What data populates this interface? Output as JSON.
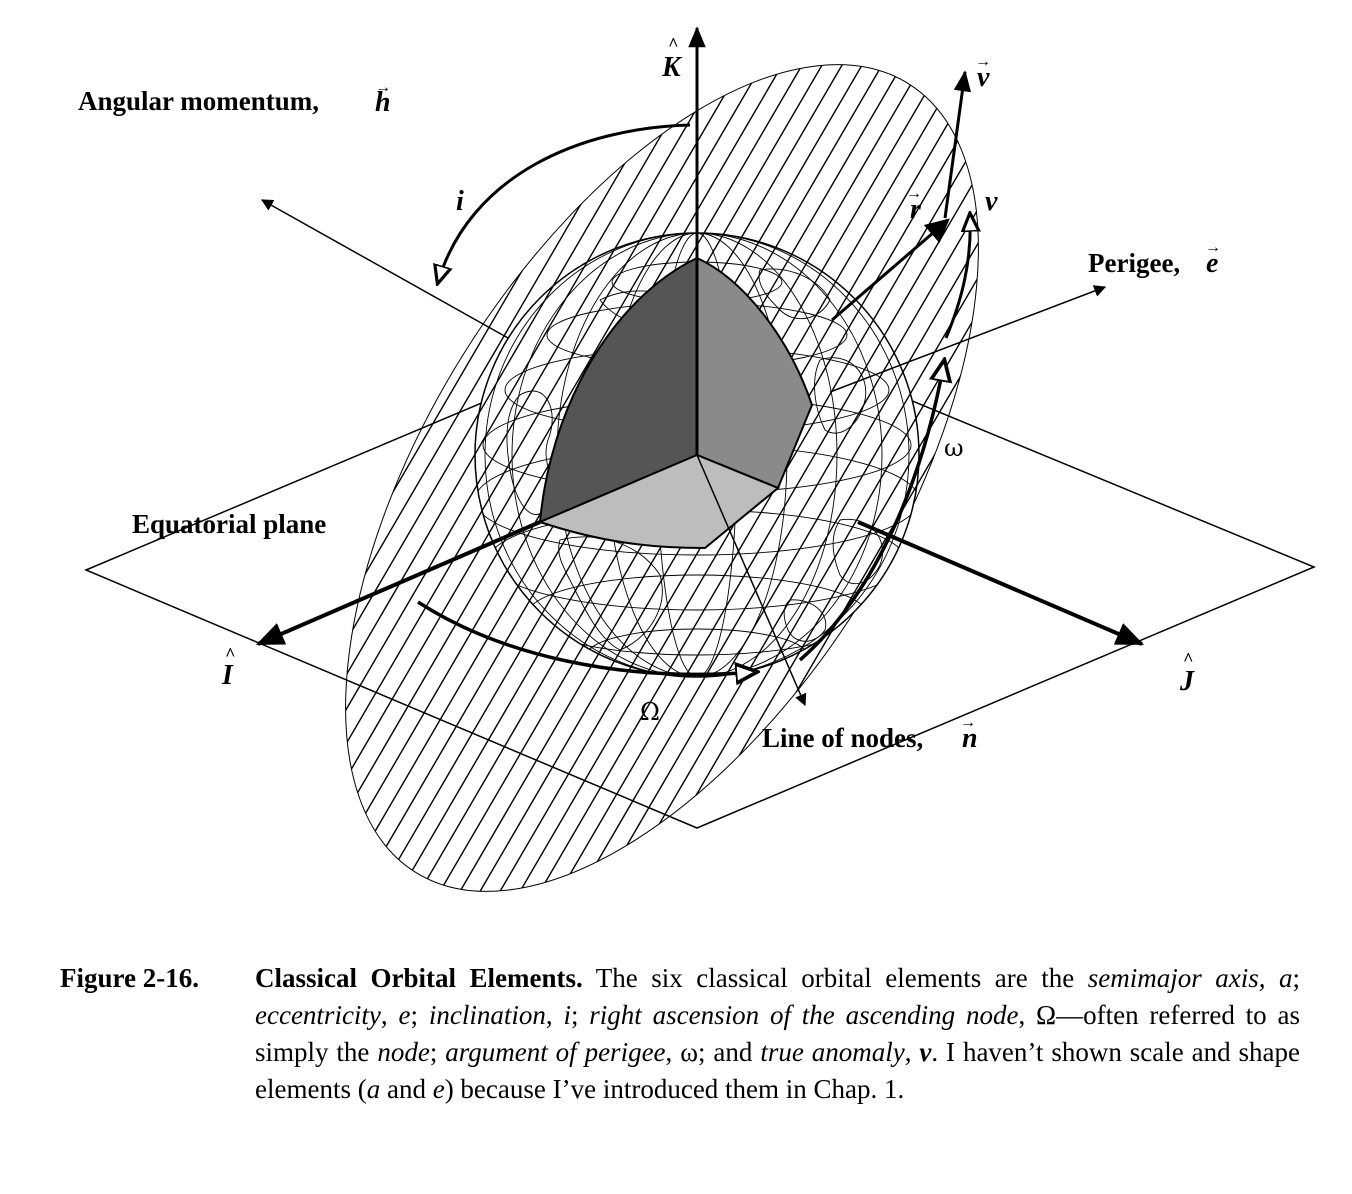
{
  "diagram": {
    "labels": {
      "k_axis": "K",
      "i_axis": "I",
      "j_axis": "J",
      "angular_momentum": "Angular momentum,",
      "h_symbol": "h",
      "inclination": "i",
      "v_vector": "v",
      "r_vector": "r",
      "nu": "ν",
      "perigee": "Perigee,",
      "e_symbol": "e",
      "omega": "ω",
      "equatorial_plane": "Equatorial plane",
      "raan": "Ω",
      "line_of_nodes": "Line of nodes,",
      "n_symbol": "n"
    },
    "colors": {
      "wedge_dark": "#555555",
      "wedge_mid": "#8a8a8a",
      "wedge_light": "#bdbdbd",
      "line": "#000000"
    }
  },
  "caption": {
    "number": "Figure 2-16.",
    "title": "Classical Orbital Elements.",
    "t1": " The six classical orbital elements are the ",
    "i1": "semimajor axis, a",
    "t2": "; ",
    "i2": "eccentricity",
    "t3": ", ",
    "i3": "e",
    "t4": "; ",
    "i4": "inclination",
    "t5": ", ",
    "i5": "i",
    "t6": "; ",
    "i6": "right ascension of the ascending node",
    "t7": ", Ω—often referred to as simply the ",
    "i7": "node",
    "t8": "; ",
    "i8": "argument of perigee",
    "t9": ", ω; and ",
    "i9": "true anomaly",
    "t10": ", ",
    "b10": "ν",
    "t11": ". I haven’t shown scale and shape elements (",
    "i11": "a",
    "t12": " and ",
    "i12": "e",
    "t13": ") because I’ve introduced them in Chap. 1."
  }
}
